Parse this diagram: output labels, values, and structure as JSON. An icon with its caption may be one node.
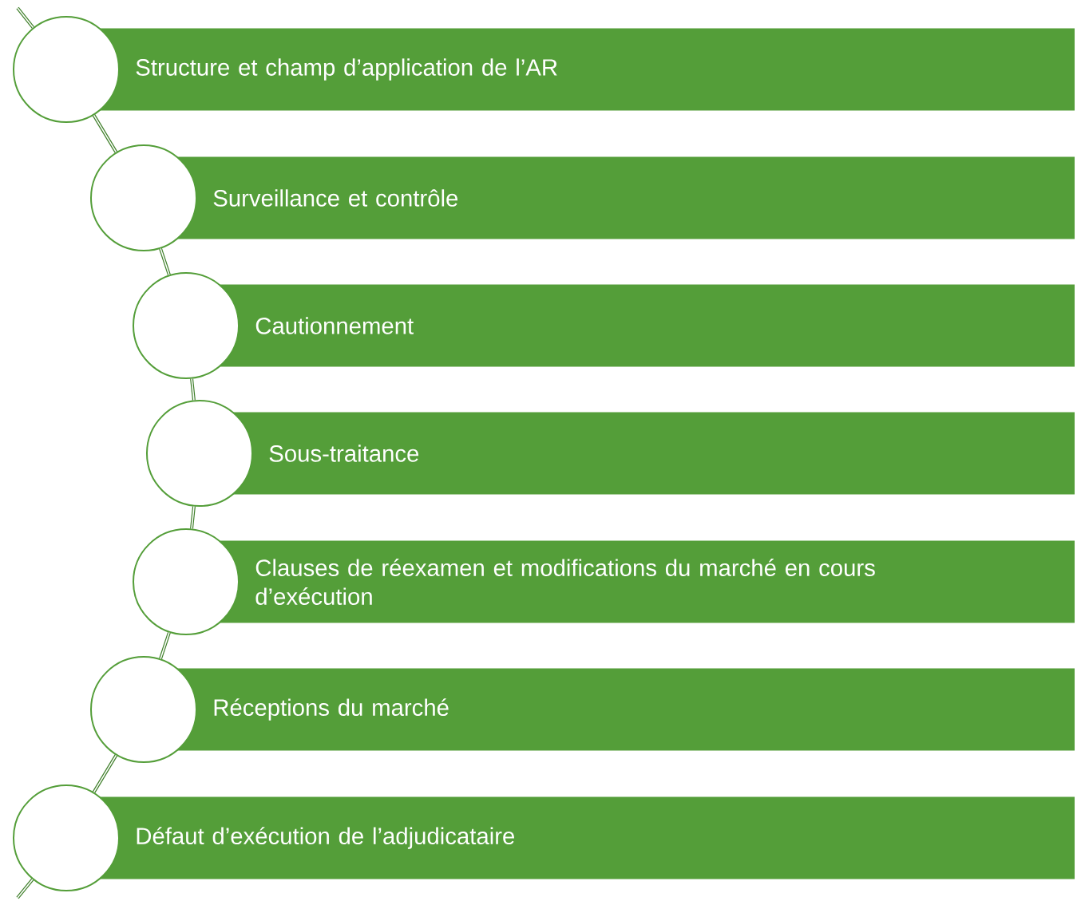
{
  "diagram": {
    "nodes": [
      {
        "text": [
          "Structure et champ d’application de l’AR"
        ]
      },
      {
        "text": [
          "Surveillance et contrôle"
        ]
      },
      {
        "text": [
          "Cautionnement"
        ]
      },
      {
        "text": [
          "Sous-traitance"
        ]
      },
      {
        "text": [
          "Clauses de réexamen et modifications du marché en cours d’exécution"
        ]
      },
      {
        "text": [
          "Réceptions du marché"
        ]
      },
      {
        "text": [
          "Défaut d’exécution de l’adjudicataire"
        ]
      },
      {
        "text": [],
        "shape": "circle"
      },
      {
        "text": [],
        "shape": "circle"
      },
      {
        "text": [],
        "shape": "circle"
      },
      {
        "text": [],
        "shape": "circle"
      },
      {
        "text": [],
        "shape": "circle"
      },
      {
        "text": [],
        "shape": "circle"
      },
      {
        "text": [],
        "shape": "circle"
      }
    ],
    "edges": [
      {
        "from": null,
        "to": 7,
        "arrow": "none"
      },
      {
        "from": 7,
        "to": 8,
        "arrow": "none"
      },
      {
        "from": 8,
        "to": 9,
        "arrow": "none"
      },
      {
        "from": 9,
        "to": 10,
        "arrow": "none"
      },
      {
        "from": 10,
        "to": 11,
        "arrow": "none"
      },
      {
        "from": 11,
        "to": 12,
        "arrow": "none"
      },
      {
        "from": 12,
        "to": 13,
        "arrow": "none"
      },
      {
        "from": 13,
        "to": null,
        "arrow": "none"
      }
    ]
  }
}
